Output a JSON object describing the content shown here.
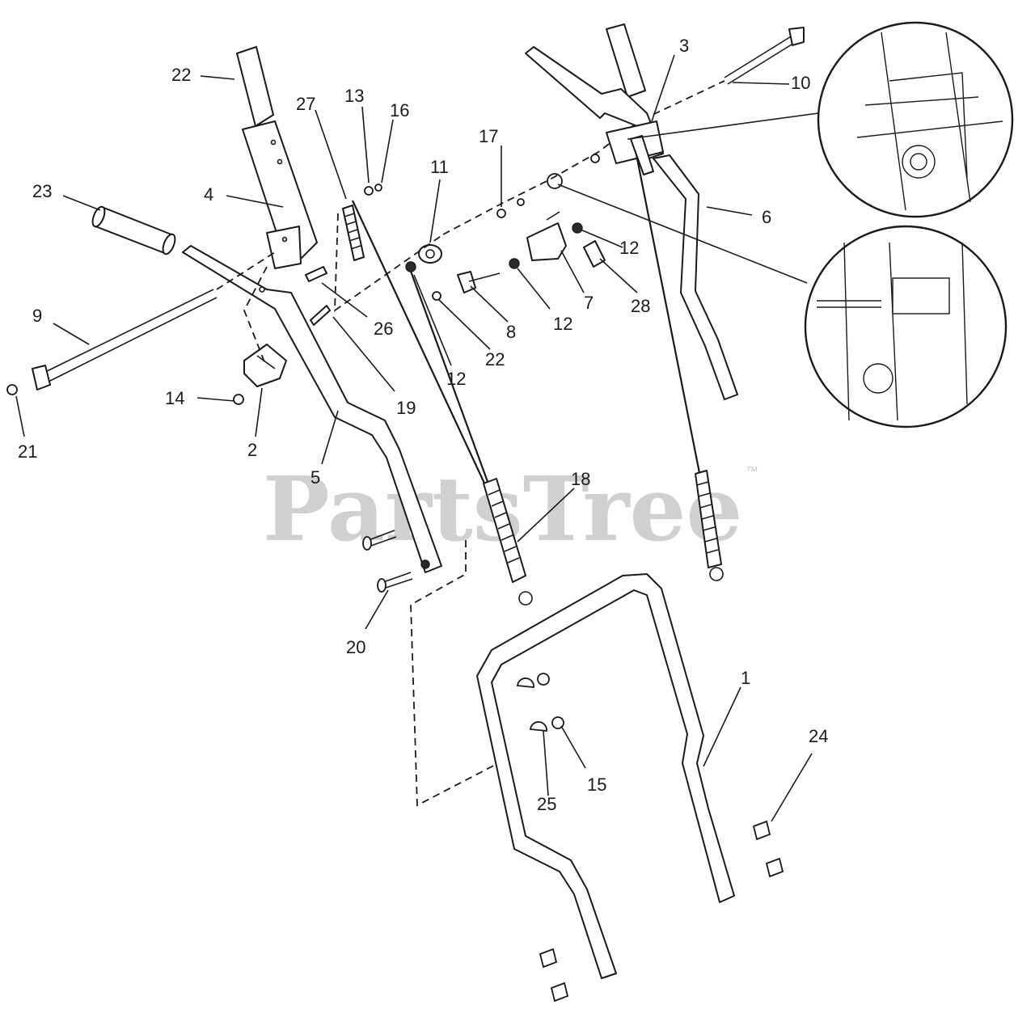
{
  "watermark": {
    "brand": "PartsTree",
    "tm": "™"
  },
  "callouts": [
    {
      "id": "c1",
      "label": "1"
    },
    {
      "id": "c2",
      "label": "2"
    },
    {
      "id": "c3",
      "label": "3"
    },
    {
      "id": "c4",
      "label": "4"
    },
    {
      "id": "c5",
      "label": "5"
    },
    {
      "id": "c6",
      "label": "6"
    },
    {
      "id": "c7",
      "label": "7"
    },
    {
      "id": "c8",
      "label": "8"
    },
    {
      "id": "c9",
      "label": "9"
    },
    {
      "id": "c10",
      "label": "10"
    },
    {
      "id": "c11",
      "label": "11"
    },
    {
      "id": "c12a",
      "label": "12"
    },
    {
      "id": "c12b",
      "label": "12"
    },
    {
      "id": "c12c",
      "label": "12"
    },
    {
      "id": "c13",
      "label": "13"
    },
    {
      "id": "c14",
      "label": "14"
    },
    {
      "id": "c15",
      "label": "15"
    },
    {
      "id": "c16",
      "label": "16"
    },
    {
      "id": "c17",
      "label": "17"
    },
    {
      "id": "c18",
      "label": "18"
    },
    {
      "id": "c19",
      "label": "19"
    },
    {
      "id": "c20",
      "label": "20"
    },
    {
      "id": "c21",
      "label": "21"
    },
    {
      "id": "c22a",
      "label": "22"
    },
    {
      "id": "c22b",
      "label": "22"
    },
    {
      "id": "c23",
      "label": "23"
    },
    {
      "id": "c24",
      "label": "24"
    },
    {
      "id": "c25",
      "label": "25"
    },
    {
      "id": "c26",
      "label": "26"
    },
    {
      "id": "c27",
      "label": "27"
    },
    {
      "id": "c28",
      "label": "28"
    }
  ]
}
